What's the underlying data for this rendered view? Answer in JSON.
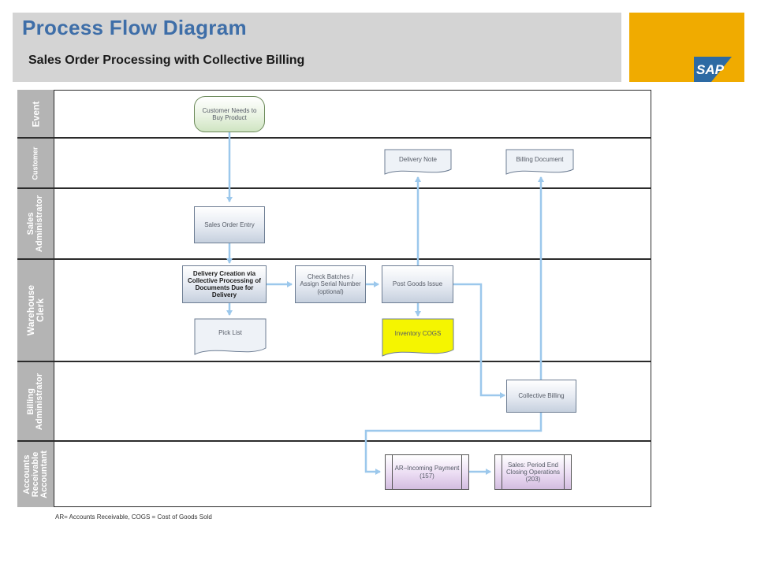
{
  "header": {
    "title": "Process Flow Diagram",
    "subtitle": "Sales Order Processing with Collective Billing",
    "logo_text": "SAP",
    "brand_color": "#f0ab00",
    "title_color": "#3e6ea8"
  },
  "lanes": [
    {
      "label": "Event"
    },
    {
      "label": "Customer"
    },
    {
      "label": "Sales\nAdministrator"
    },
    {
      "label": "Warehouse Clerk"
    },
    {
      "label": "Billing\nAdministrator"
    },
    {
      "label": "Accounts\nReceivable\nAccountant"
    }
  ],
  "nodes": {
    "customer_needs": "Customer Needs to Buy Product",
    "delivery_note": "Delivery Note",
    "billing_document": "Billing Document",
    "sales_order_entry": "Sales Order Entry",
    "delivery_creation": "Delivery Creation via Collective Processing of Documents Due for Delivery",
    "check_batches": "Check Batches / Assign Serial Number (optional)",
    "post_goods_issue": "Post Goods Issue",
    "pick_list": "Pick List",
    "inventory_cogs": "Inventory COGS",
    "collective_billing": "Collective Billing",
    "ar_incoming": "AR–Incoming Payment (157)",
    "period_end": "Sales: Period End Closing Operations (203)"
  },
  "colors": {
    "connector": "#9cc8ec",
    "lane_label_bg": "#b4b4b4",
    "inventory_fill": "#f5f500"
  },
  "footnote": "AR= Accounts Receivable, COGS = Cost of Goods Sold"
}
